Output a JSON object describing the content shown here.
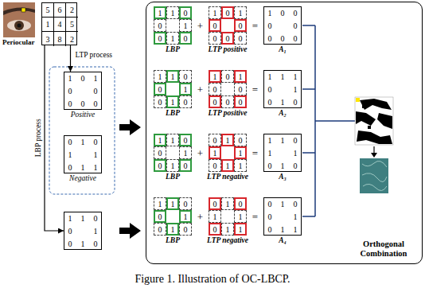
{
  "diagram": {
    "caption": "Figure 1. Illustration of OC-LBCP.",
    "nodes": [
      {
        "text": [
          "5",
          "6",
          "2",
          "1",
          "4",
          "5",
          "3",
          "8",
          "2"
        ]
      },
      {
        "text": [
          "1",
          "0",
          "1",
          "0",
          "0",
          "0",
          "0",
          "0",
          "Positive"
        ]
      },
      {
        "text": [
          "0",
          "1",
          "0",
          "1",
          "1",
          "0",
          "1",
          "1",
          "Negative"
        ]
      },
      {
        "text": [
          "1",
          "1",
          "0",
          "0",
          "1",
          "0",
          "1",
          "0"
        ]
      },
      {
        "text": [
          "Orthogonal Combination"
        ]
      },
      {
        "text": [
          "1",
          "1",
          "0",
          "0",
          "1",
          "0",
          "1",
          "0",
          "LBP"
        ],
        "in": 4
      },
      {
        "text": [
          "1",
          "0",
          "1",
          "0",
          "0",
          "0",
          "0",
          "0",
          "LTP positive"
        ],
        "in": 4
      },
      {
        "text": [
          "1",
          "0",
          "0",
          "0",
          "0",
          "0",
          "0",
          "0",
          "A₁"
        ],
        "in": 4
      },
      {
        "text": [
          "1",
          "1",
          "0",
          "0",
          "1",
          "0",
          "1",
          "0",
          "LBP"
        ],
        "in": 4
      },
      {
        "text": [
          "1",
          "0",
          "1",
          "0",
          "0",
          "0",
          "0",
          "0",
          "LTP positive"
        ],
        "in": 4
      },
      {
        "text": [
          "1",
          "1",
          "1",
          "0",
          "1",
          "0",
          "1",
          "0",
          "A₂"
        ],
        "in": 4
      },
      {
        "text": [
          "1",
          "1",
          "0",
          "0",
          "1",
          "0",
          "1",
          "0",
          "LBP"
        ],
        "in": 4
      },
      {
        "text": [
          "0",
          "1",
          "0",
          "1",
          "1",
          "0",
          "1",
          "1",
          "LTP negative"
        ],
        "in": 4
      },
      {
        "text": [
          "1",
          "1",
          "0",
          "1",
          "1",
          "0",
          "1",
          "0",
          "A₃"
        ],
        "in": 4
      },
      {
        "text": [
          "1",
          "1",
          "0",
          "0",
          "1",
          "0",
          "1",
          "0",
          "LBP"
        ],
        "in": 4
      },
      {
        "text": [
          "0",
          "1",
          "0",
          "1",
          "1",
          "0",
          "1",
          "1",
          "LTP negative"
        ],
        "in": 4
      },
      {
        "text": [
          "0",
          "1",
          "0",
          "0",
          "1",
          "0",
          "1",
          "1",
          "A₄"
        ],
        "in": 4
      }
    ],
    "edges": [
      {
        "from": 0,
        "to": 1,
        "arrow": "to",
        "label": "LTP process"
      },
      {
        "from": 0,
        "to": 3,
        "arrow": "to",
        "label": "LBP process"
      }
    ],
    "labels": [
      "Periocular",
      "+",
      "=",
      "+",
      "=",
      "+",
      "=",
      "+",
      "="
    ]
  }
}
